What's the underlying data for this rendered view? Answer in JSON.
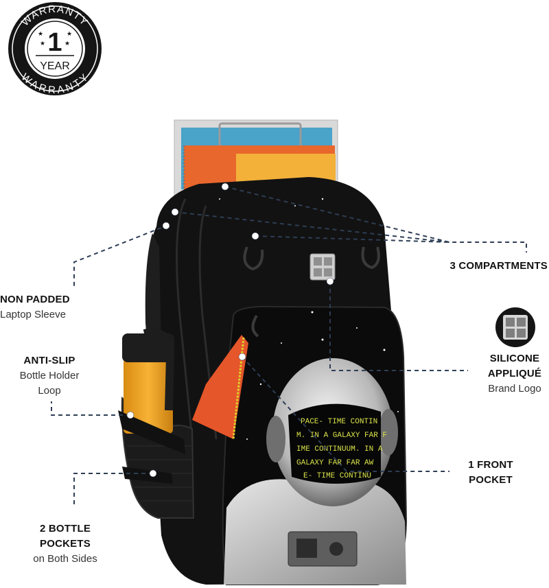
{
  "badge": {
    "top_text": "WARRANTY",
    "bottom_text": "WARRANTY",
    "number": "1",
    "unit": "YEAR"
  },
  "front_text_lines": [
    "PACE- TIME CONTIN",
    "M. IN A GALAXY FAR F",
    "IME CONTINUUM. IN A",
    "GALAXY FAR FAR AW",
    "E- TIME CONTINU"
  ],
  "callouts": {
    "compartments": {
      "title": "3 COMPARTMENTS"
    },
    "laptop": {
      "title": "NON PADDED",
      "subtitle": "Laptop Sleeve"
    },
    "silicone": {
      "title_1": "SILICONE",
      "title_2": "APPLIQUÉ",
      "subtitle": "Brand Logo"
    },
    "bottle_loop": {
      "title": "ANTI-SLIP",
      "subtitle_1": "Bottle Holder",
      "subtitle_2": "Loop"
    },
    "front_pocket": {
      "title_1": "1 FRONT",
      "title_2": "POCKET"
    },
    "bottle_pockets": {
      "title_1": "2 BOTTLE",
      "title_2": "POCKETS",
      "subtitle": "on Both Sides"
    }
  },
  "colors": {
    "line": "#2e3d55",
    "bag": "#141414",
    "bottle": "#f2a623",
    "notebook": "#e5562a"
  }
}
